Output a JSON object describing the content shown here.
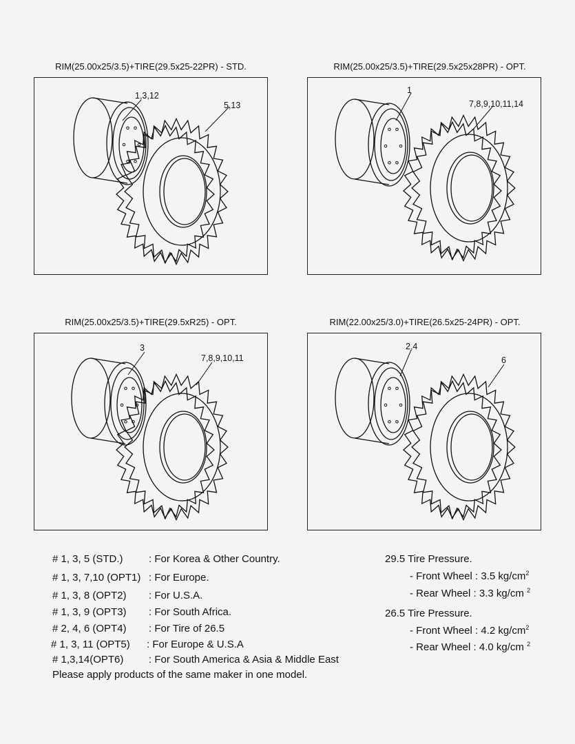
{
  "panels": [
    {
      "title": "RIM(25.00x25/3.5)+TIRE(29.5x25-22PR) - STD.",
      "rim_callout": "1,3,12",
      "tire_callout": "5,13"
    },
    {
      "title": "RIM(25.00x25/3.5)+TIRE(29.5x25x28PR) - OPT.",
      "rim_callout": "1",
      "tire_callout": "7,8,9,10,11,14"
    },
    {
      "title": "RIM(25.00x25/3.5)+TIRE(29.5xR25) - OPT.",
      "rim_callout": "3",
      "tire_callout": "7,8,9,10,11"
    },
    {
      "title": "RIM(22.00x25/3.0)+TIRE(26.5x25-24PR) - OPT.",
      "rim_callout": "2,4",
      "tire_callout": "6"
    }
  ],
  "notes": [
    {
      "code": "# 1, 3, 5 (STD.)",
      "desc": ": For Korea & Other Country."
    },
    {
      "code": "# 1, 3, 7,10 (OPT1)",
      "desc": ": For Europe."
    },
    {
      "code": "# 1, 3, 8 (OPT2)",
      "desc": ": For U.S.A."
    },
    {
      "code": "# 1, 3, 9 (OPT3)",
      "desc": ": For South Africa."
    },
    {
      "code": "# 2, 4, 6 (OPT4)",
      "desc": ": For Tire of 26.5"
    },
    {
      "code": "# 1, 3, 11 (OPT5)",
      "desc": ": For Europe & U.S.A"
    },
    {
      "code": "# 1,3,14(OPT6)",
      "desc": ": For South America & Asia & Middle East"
    }
  ],
  "footer_note": "Please apply products of the same maker in one model.",
  "pressure": {
    "groups": [
      {
        "heading": "29.5 Tire Pressure.",
        "front": "- Front Wheel : 3.5 kg/cm",
        "rear": "- Rear Wheel : 3.3 kg/cm",
        "unit_sup": "2"
      },
      {
        "heading": "26.5 Tire Pressure.",
        "front": "- Front Wheel : 4.2 kg/cm",
        "rear": "- Rear Wheel : 4.0 kg/cm",
        "unit_sup": "2"
      }
    ]
  }
}
